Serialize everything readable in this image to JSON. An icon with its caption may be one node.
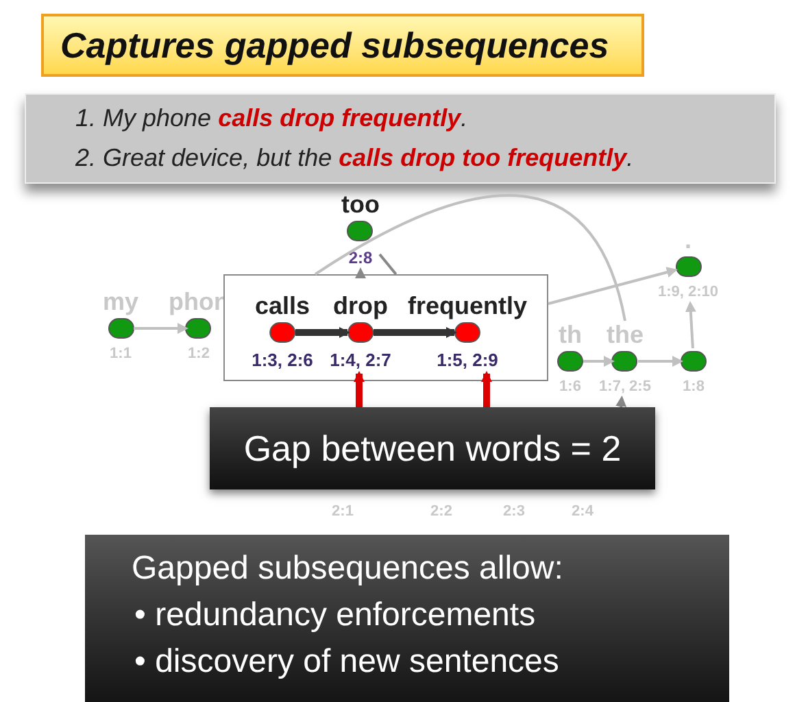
{
  "diagram": {
    "title": "Captures gapped subsequences",
    "nodes": [
      {
        "text": [
          "1. My phone **calls drop frequently**.",
          "2. Great device, but the **calls drop too frequently**."
        ]
      },
      {
        "text": [
          "my"
        ],
        "beside": [
          "1:1"
        ]
      },
      {
        "text": [
          "phon"
        ],
        "beside": [
          "1:2"
        ]
      },
      {
        "text": [
          "too"
        ],
        "beside": [
          "2:8"
        ]
      },
      {
        "text": [
          "."
        ],
        "beside": [
          "1:9, 2:10"
        ]
      },
      {
        "text": [
          "th"
        ],
        "beside": [
          "1:6"
        ]
      },
      {
        "text": [
          "the"
        ],
        "beside": [
          "1:7, 2:5"
        ]
      },
      {
        "text": [],
        "shape": "circle",
        "beside": [
          "1:8"
        ]
      },
      {
        "text": [],
        "shape": "box"
      },
      {
        "text": [
          "calls"
        ],
        "in": 8,
        "beside": [
          "1:3, 2:6"
        ]
      },
      {
        "text": [
          "drop"
        ],
        "in": 8,
        "beside": [
          "1:4, 2:7"
        ]
      },
      {
        "text": [
          "frequently"
        ],
        "in": 8,
        "beside": [
          "1:5, 2:9"
        ]
      },
      {
        "text": [
          "Gap between words = 2"
        ]
      },
      {
        "text": [
          "Gapped subsequences allow:",
          "• redundancy enforcements",
          "• discovery of new sentences"
        ]
      }
    ],
    "edges": [
      {
        "from": 1,
        "to": 2,
        "arrow": "to"
      },
      {
        "from": 9,
        "to": 10,
        "arrow": "to",
        "style": "thick",
        "color": "#333333"
      },
      {
        "from": 10,
        "to": 11,
        "arrow": "to",
        "style": "thick",
        "color": "#333333"
      },
      {
        "from": 8,
        "to": 3,
        "arrow": "to",
        "color": "#888888"
      },
      {
        "from": 3,
        "to": 8,
        "arrow": "none",
        "color": "#888888"
      },
      {
        "from": 8,
        "to": 4,
        "arrow": "to"
      },
      {
        "from": 8,
        "to": 6,
        "arrow": "none"
      },
      {
        "from": 5,
        "to": 6,
        "arrow": "to"
      },
      {
        "from": 6,
        "to": 7,
        "arrow": "to"
      },
      {
        "from": 7,
        "to": 4,
        "arrow": "to"
      },
      {
        "from": 12,
        "to": 6,
        "arrow": "to",
        "color": "#888888"
      },
      {
        "from": 12,
        "to": 10,
        "arrow": "to",
        "style": "thick",
        "color": "#dd0000"
      },
      {
        "from": 12,
        "to": 11,
        "arrow": "to",
        "style": "thick",
        "color": "#dd0000"
      }
    ],
    "labels": [
      "2:1",
      "2:2",
      "2:3",
      "2:4"
    ]
  }
}
